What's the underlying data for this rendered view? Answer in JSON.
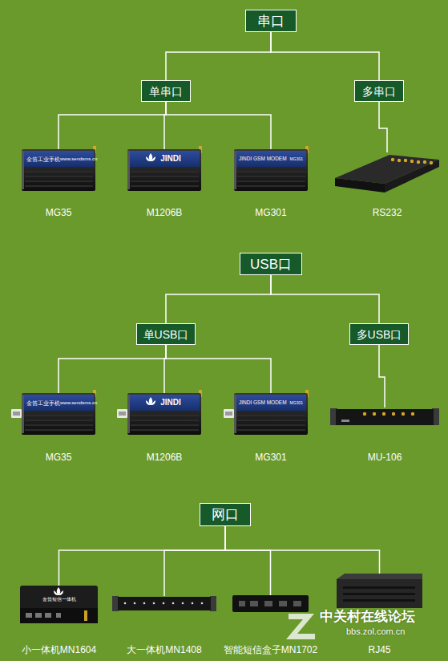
{
  "diagram": {
    "nodes": [
      {
        "text": [
          "串口"
        ]
      },
      {
        "text": [
          "单串口"
        ]
      },
      {
        "text": [
          "多串口"
        ]
      },
      {
        "text": [
          "金笛工业手机",
          "www.sendsms.cn",
          "MG35"
        ]
      },
      {
        "text": [
          "JINDI",
          "M1206B"
        ]
      },
      {
        "text": [
          "JINDI GSM MODEM",
          "MG301",
          "MG301"
        ]
      },
      {
        "text": [
          "RS232"
        ]
      },
      {
        "text": [
          "USB口"
        ]
      },
      {
        "text": [
          "单USB口"
        ]
      },
      {
        "text": [
          "多USB口"
        ]
      },
      {
        "text": [
          "金笛工业手机",
          "www.sendsms.cn",
          "MG35"
        ]
      },
      {
        "text": [
          "JINDI",
          "M1206B"
        ]
      },
      {
        "text": [
          "JINDI GSM MODEM",
          "MG301",
          "MG301"
        ]
      },
      {
        "text": [
          "MU-106"
        ]
      },
      {
        "text": [
          "网口"
        ]
      },
      {
        "text": [
          "金笛短信一体机",
          "小一体机MN1604"
        ]
      },
      {
        "text": [
          "大一体机MN1408"
        ]
      },
      {
        "text": [
          "智能短信盒子MN1702"
        ]
      },
      {
        "text": [
          "RJ45"
        ]
      }
    ],
    "edges": [
      {
        "from": 0,
        "to": 1,
        "arrow": "none"
      },
      {
        "from": 0,
        "to": 2,
        "arrow": "none"
      },
      {
        "from": 1,
        "to": 3,
        "arrow": "none"
      },
      {
        "from": 1,
        "to": 4,
        "arrow": "none"
      },
      {
        "from": 1,
        "to": 5,
        "arrow": "none"
      },
      {
        "from": 2,
        "to": 6,
        "arrow": "none"
      },
      {
        "from": 7,
        "to": 8,
        "arrow": "none"
      },
      {
        "from": 7,
        "to": 9,
        "arrow": "none"
      },
      {
        "from": 8,
        "to": 10,
        "arrow": "none"
      },
      {
        "from": 8,
        "to": 11,
        "arrow": "none"
      },
      {
        "from": 8,
        "to": 12,
        "arrow": "none"
      },
      {
        "from": 9,
        "to": 13,
        "arrow": "none"
      },
      {
        "from": 14,
        "to": 15,
        "arrow": "none"
      },
      {
        "from": 14,
        "to": 16,
        "arrow": "none"
      },
      {
        "from": 14,
        "to": 17,
        "arrow": "none"
      },
      {
        "from": 14,
        "to": 18,
        "arrow": "none"
      }
    ],
    "labels": [
      "中关村在线论坛",
      "bbs.zol.com.cn"
    ]
  }
}
